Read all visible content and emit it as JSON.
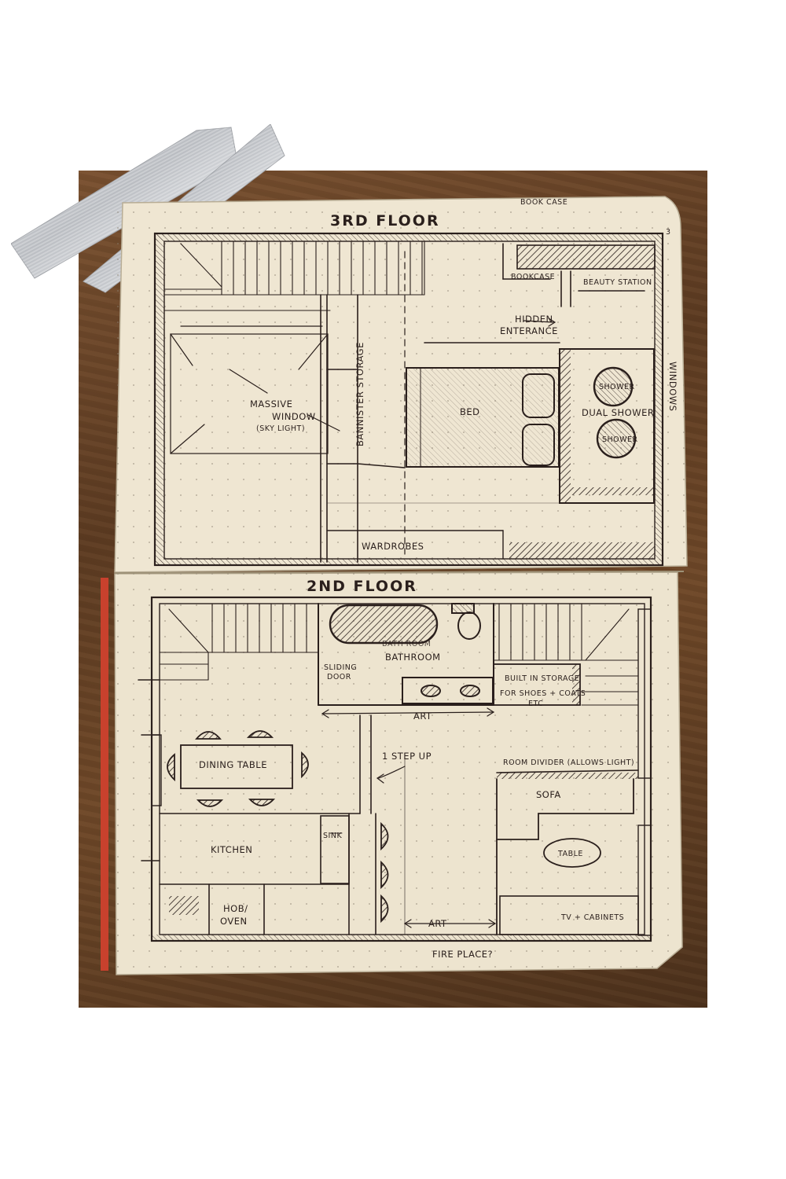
{
  "floors": {
    "third": {
      "title": "3RD FLOOR",
      "labels": {
        "bookcase_top": "BOOK CASE",
        "bookcase": "BOOKCASE",
        "beauty_station": "BEAUTY STATION",
        "hidden_entrance_1": "HIDDEN",
        "hidden_entrance_2": "ENTERANCE",
        "windows": "WINDOWS",
        "shower_1": "SHOWER",
        "shower_2": "SHOWER",
        "dual_shower": "DUAL SHOWER",
        "bed": "BED",
        "bannister_storage": "BANNISTER STORAGE",
        "massive_window": "MASSIVE",
        "window_word": "WINDOW",
        "skylight": "(SKY LIGHT)",
        "wardrobes": "WARDROBES",
        "page_number": "3"
      }
    },
    "second": {
      "title": "2ND FLOOR",
      "labels": {
        "bath_room": "BATH ROOM",
        "bathroom": "BATHROOM",
        "sliding_door_1": "SLIDING",
        "sliding_door_2": "DOOR",
        "built_in_storage_1": "BUILT IN STORAGE",
        "built_in_storage_2": "FOR SHOES + COATS",
        "built_in_storage_3": "ETC",
        "art_top": "ART",
        "one_step_up": "1 STEP UP",
        "room_divider": "ROOM DIVIDER (ALLOWS LIGHT)",
        "dining_table": "DINING TABLE",
        "sofa": "SOFA",
        "sink": "SINK",
        "kitchen": "KITCHEN",
        "table": "TABLE",
        "hob_1": "HOB/",
        "hob_2": "OVEN",
        "art_bottom": "ART",
        "tv_cabinets": "TV + CABINETS",
        "fire_place": "FIRE PLACE?"
      }
    }
  },
  "colors": {
    "paper": "#efe6d2",
    "ink": "#2a1f1c",
    "wood": "#6a4426",
    "tape": "#c9cbcf"
  }
}
